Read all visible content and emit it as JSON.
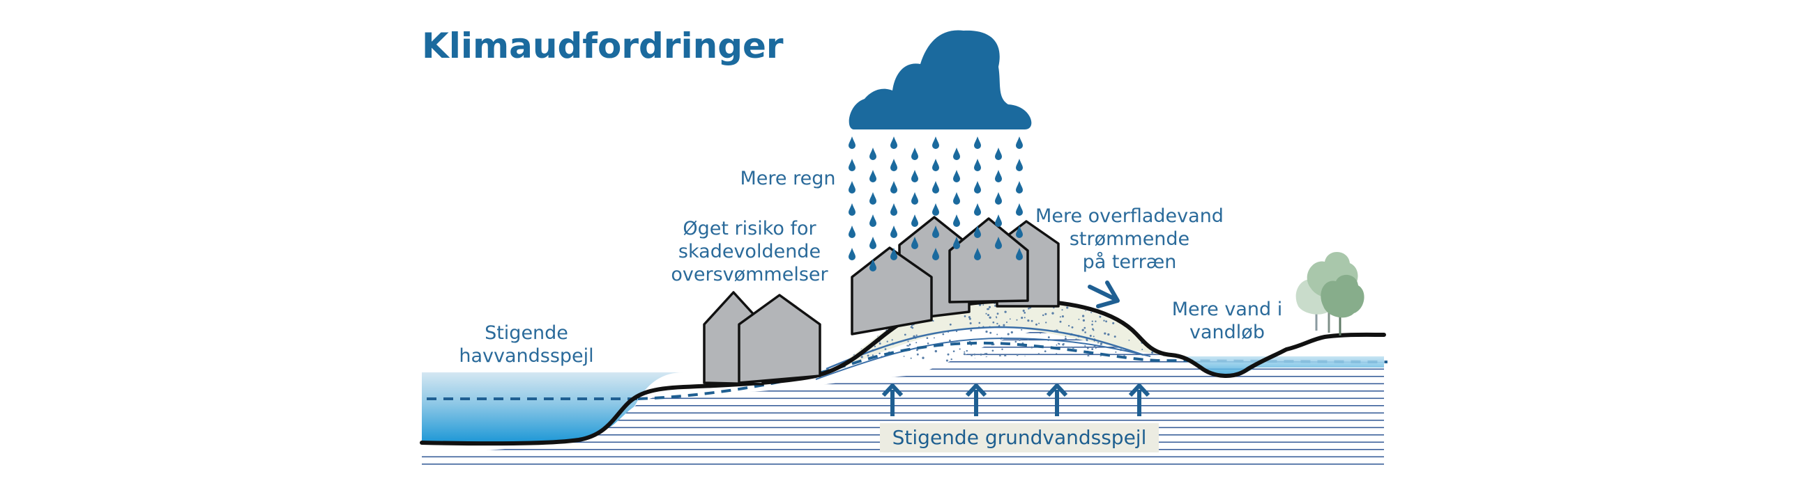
{
  "title": "Klimaudfordringer",
  "labels": {
    "more_rain": "Mere regn",
    "flood_risk": [
      "Øget risiko for",
      "skadevoldende",
      "oversvømmelser"
    ],
    "sea_level": [
      "Stigende",
      "havvandsspejl"
    ],
    "surface_water": [
      "Mere overfladevand",
      "strømmende",
      "på terræn"
    ],
    "stream_water": [
      "Mere vand i",
      "vandløb"
    ],
    "groundwater": "Stigende grundvandsspejl"
  },
  "colors": {
    "title": "#1b6a9e",
    "label_text": "#2a6a9a",
    "cloud": "#1b6a9e",
    "sea_top": "#cfe4f0",
    "sea_bottom": "#1f9ad8",
    "ground_lines": "#3a5f9a",
    "house_fill": "#b3b5b8",
    "sand": "#eef0e2",
    "trees": [
      "#bcd3bd",
      "#9bbf9d",
      "#7fa883"
    ]
  },
  "icons": [
    "cloud-icon",
    "raindrop-icon",
    "house-icon",
    "tree-icon",
    "arrow-up-icon",
    "arrow-right-icon"
  ]
}
